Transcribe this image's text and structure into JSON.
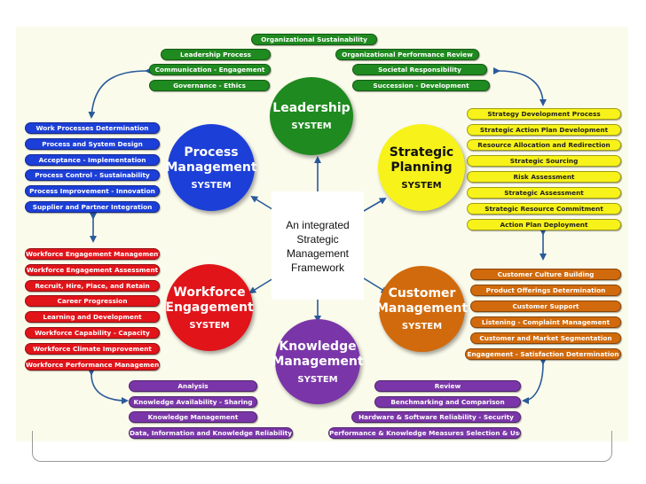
{
  "center": {
    "line1": "An integrated",
    "line2": "Strategic",
    "line3": "Management",
    "line4": "Framework"
  },
  "colors": {
    "leadership": "#1f8a1f",
    "process": "#1c3fd8",
    "strategic": "#f7f21a",
    "workforce": "#e1141a",
    "customer": "#d16a0c",
    "knowledge": "#7a36a8",
    "arrows": "#2a5a9a"
  },
  "circles": {
    "leadership": {
      "title1": "Leadership",
      "title2": "",
      "system": "SYSTEM"
    },
    "process": {
      "title1": "Process",
      "title2": "Management",
      "system": "SYSTEM"
    },
    "strategic": {
      "title1": "Strategic",
      "title2": "Planning",
      "system": "SYSTEM"
    },
    "workforce": {
      "title1": "Workforce",
      "title2": "Engagement",
      "system": "SYSTEM"
    },
    "customer": {
      "title1": "Customer",
      "title2": "Management",
      "system": "SYSTEM"
    },
    "knowledge": {
      "title1": "Knowledge",
      "title2": "Management",
      "system": "SYSTEM"
    }
  },
  "leadership_items": {
    "top": "Organizational Sustainability",
    "left": [
      "Leadership Process",
      "Communication - Engagement",
      "Governance - Ethics"
    ],
    "right": [
      "Organizational Performance Review",
      "Societal Responsibility",
      "Succession - Development"
    ]
  },
  "process_items": [
    "Work Processes Determination",
    "Process and System Design",
    "Acceptance - Implementation",
    "Process Control - Sustainability",
    "Process Improvement - Innovation",
    "Supplier and Partner Integration"
  ],
  "strategic_items": [
    "Strategy Development Process",
    "Strategic Action Plan Development",
    "Resource Allocation and Redirection",
    "Strategic Sourcing",
    "Risk Assessment",
    "Strategic Assessment",
    "Strategic Resource Commitment",
    "Action Plan Deployment"
  ],
  "workforce_items": [
    "Workforce Engagement Management",
    "Workforce Engagement Assessment",
    "Recruit, Hire, Place, and Retain",
    "Career Progression",
    "Learning and Development",
    "Workforce Capability - Capacity",
    "Workforce Climate Improvement",
    "Workforce Performance Management"
  ],
  "customer_items": [
    "Customer Culture Building",
    "Product Offerings Determination",
    "Customer Support",
    "Listening - Complaint Management",
    "Customer and Market Segmentation",
    "Engagement - Satisfaction Determination"
  ],
  "knowledge_items": {
    "left": [
      "Analysis",
      "Knowledge Availability - Sharing",
      "Knowledge Management",
      "Data, Information and Knowledge Reliability"
    ],
    "right": [
      "Review",
      "Benchmarking and Comparison",
      "Hardware & Software Reliability - Security",
      "Performance & Knowledge Measures Selection & Use"
    ]
  }
}
